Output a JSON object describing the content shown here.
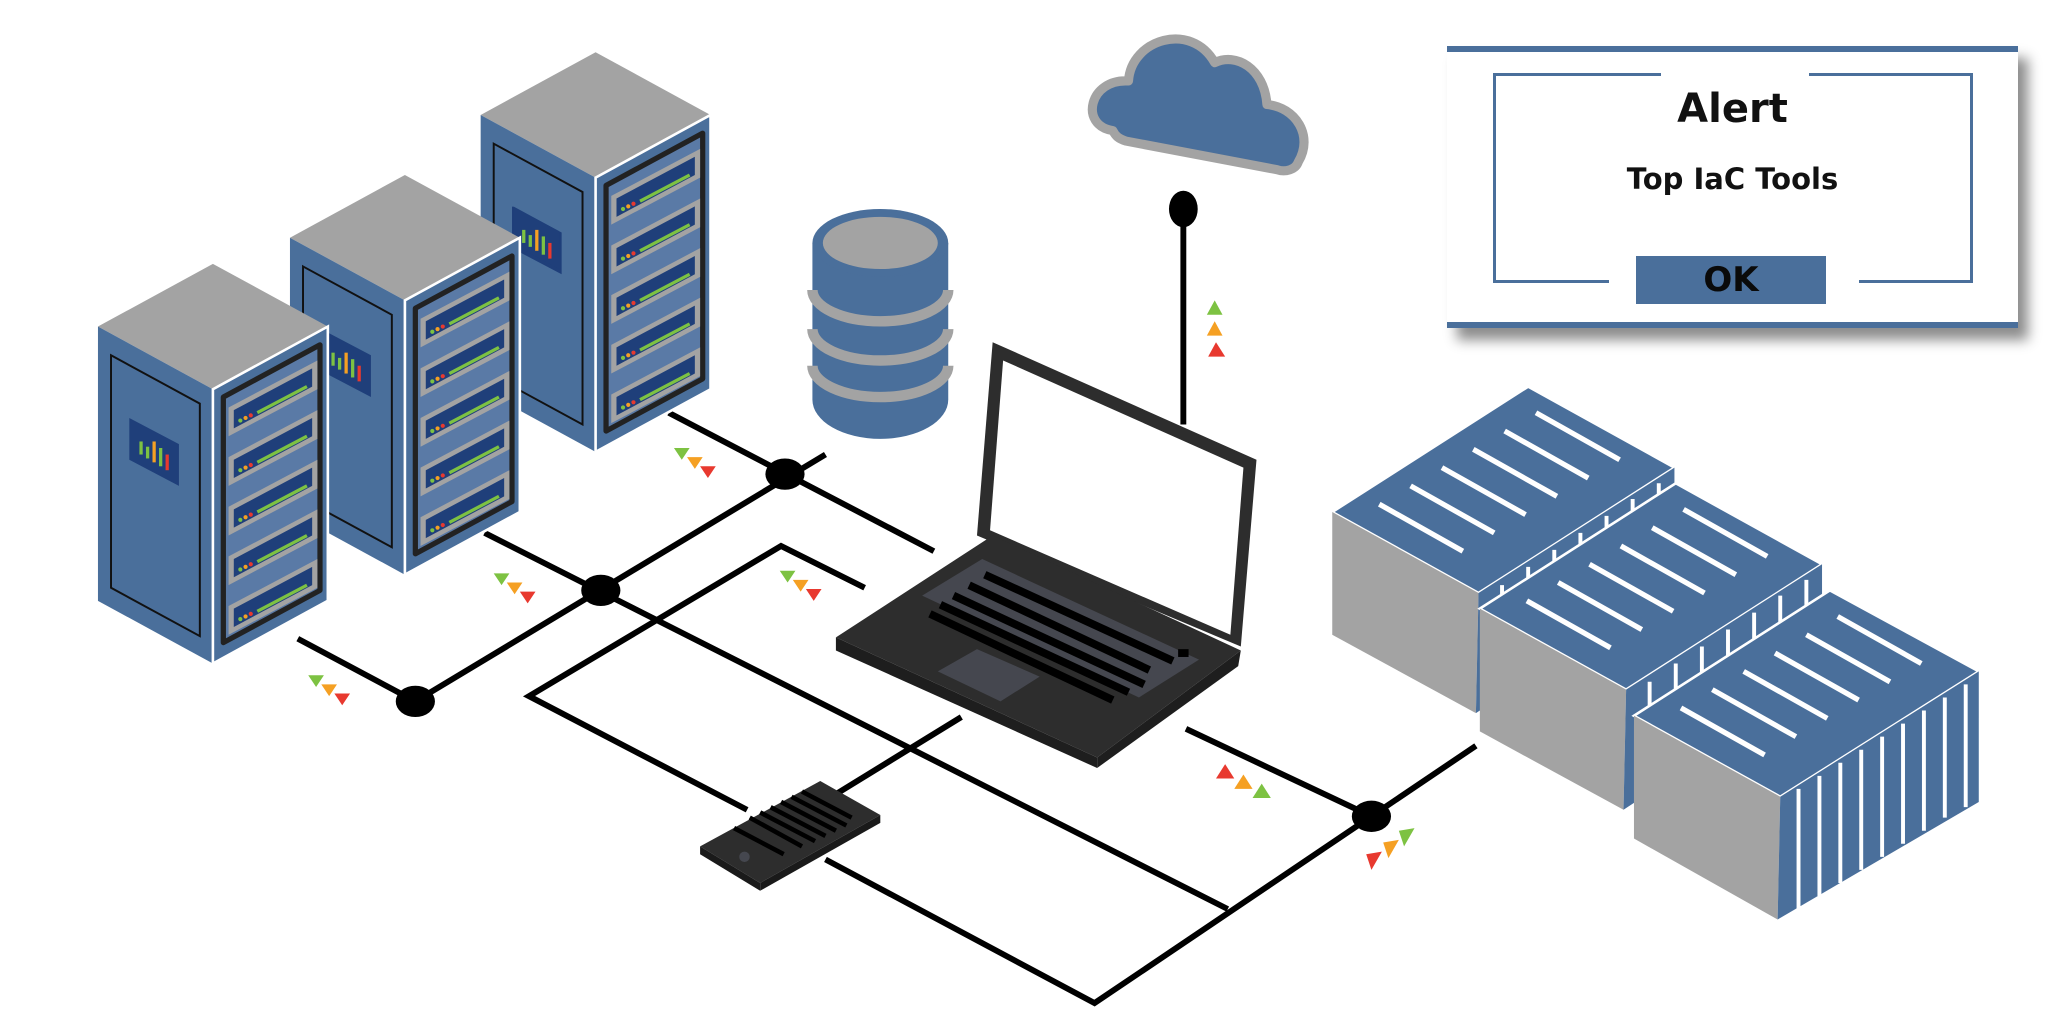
{
  "alert": {
    "title": "Alert",
    "message": "Top IaC Tools",
    "ok_label": "OK"
  },
  "colors": {
    "primary_blue": "#4a6f9b",
    "dark_blue": "#1f3f7a",
    "gray": "#a3a3a3",
    "device_dark": "#2d2d2d",
    "line": "#000000",
    "status_green": "#7dc242",
    "status_orange": "#f5a023",
    "status_red": "#e8392f"
  },
  "scene": {
    "nodes": [
      {
        "name": "server-rack",
        "count": 3
      },
      {
        "name": "database",
        "count": 1
      },
      {
        "name": "cloud",
        "count": 1
      },
      {
        "name": "laptop",
        "count": 1
      },
      {
        "name": "tablet",
        "count": 1
      },
      {
        "name": "storage-array",
        "count": 3
      }
    ],
    "status_indicators": [
      "green",
      "orange",
      "red"
    ]
  }
}
